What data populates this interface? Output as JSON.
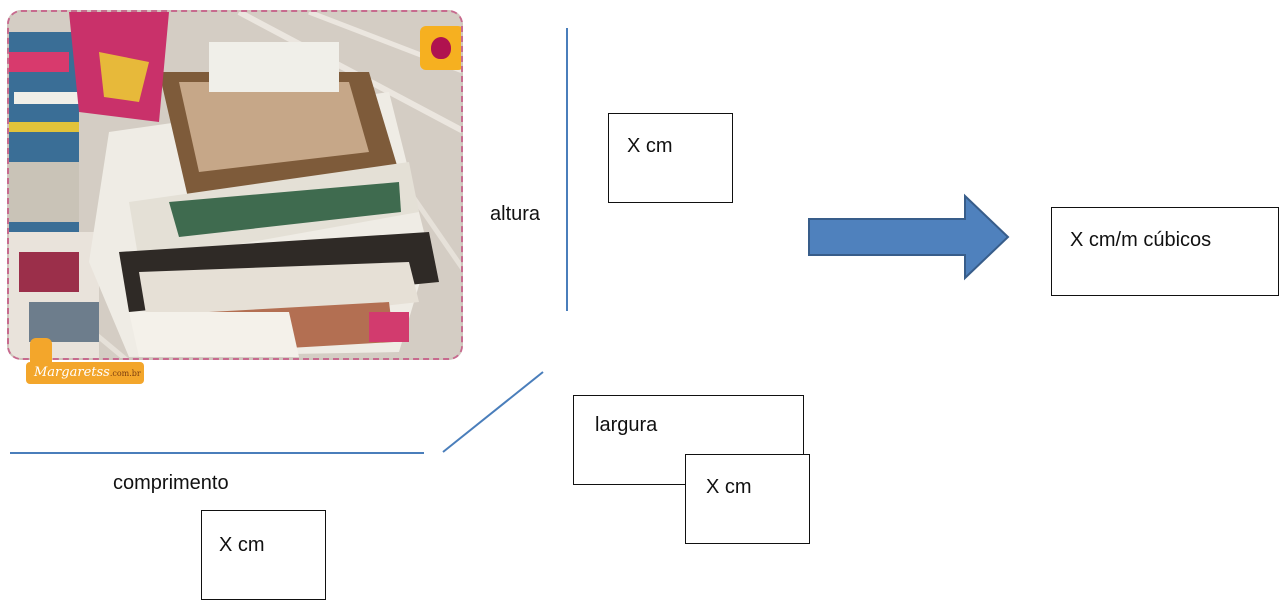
{
  "photo": {
    "watermark_text": "Margaretss",
    "watermark_domain": ".com.br",
    "pile_colors": [
      "#e8e2d8",
      "#3b6c8f",
      "#d23b6e",
      "#7e5b3a",
      "#f0efe9",
      "#2f2a26",
      "#6aa19e"
    ]
  },
  "labels": {
    "altura": "altura",
    "comprimento": "comprimento"
  },
  "boxes": {
    "height_value": "X cm",
    "width_label": "largura",
    "width_value": "X cm",
    "length_value": "X cm",
    "result": "X cm/m cúbicos"
  },
  "colors": {
    "axis_line": "#4a7ebb",
    "arrow_fill": "#4f81bd",
    "arrow_stroke": "#385d8a"
  }
}
